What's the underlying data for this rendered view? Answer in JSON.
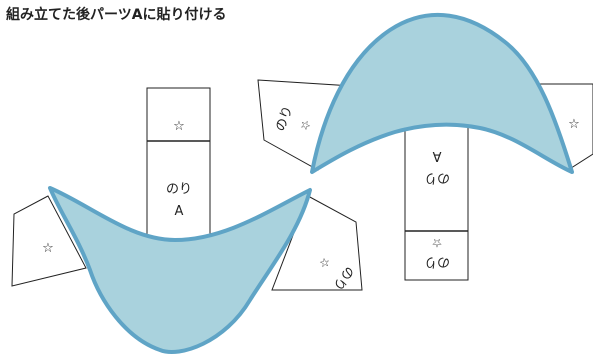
{
  "title": "組み立てた後パーツAに貼り付ける",
  "labels": {
    "star": "☆",
    "glue": "のり",
    "glue_a": "のり",
    "part_letter": "A"
  },
  "colors": {
    "part_fill": "#a9d2dd",
    "part_stroke": "#5fa4c6",
    "line": "#222222"
  }
}
